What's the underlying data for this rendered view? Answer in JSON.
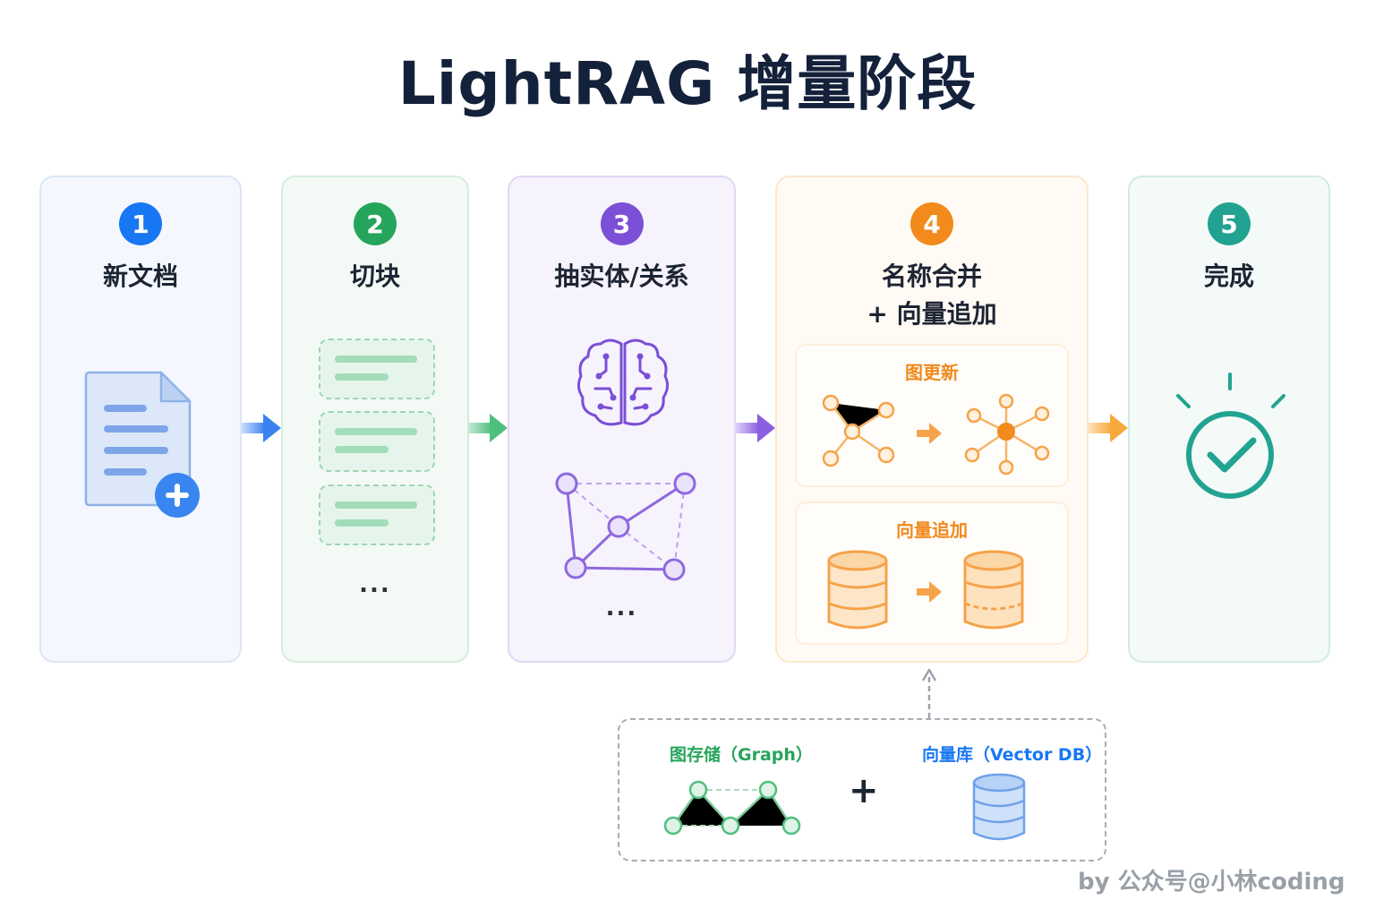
{
  "title": "LightRAG 增量阶段",
  "steps": [
    {
      "number": "1",
      "label": "新文档",
      "color": "#1877f2"
    },
    {
      "number": "2",
      "label": "切块",
      "color": "#25a55b",
      "ellipsis": "..."
    },
    {
      "number": "3",
      "label": "抽实体/关系",
      "color": "#7b4fd6",
      "ellipsis": "..."
    },
    {
      "number": "4",
      "label": "名称合并",
      "sublabel": "+ 向量追加",
      "color": "#f28a1c"
    },
    {
      "number": "5",
      "label": "完成",
      "color": "#22a391"
    }
  ],
  "merge_cards": {
    "graph_update": "图更新",
    "vector_append": "向量追加"
  },
  "storage": {
    "graph_label": "图存储（Graph）",
    "plus": "+",
    "vector_label": "向量库（Vector DB）"
  },
  "credit": "by 公众号@小林coding",
  "colors": {
    "blue": "#1877f2",
    "green": "#25a55b",
    "purple": "#7b4fd6",
    "orange": "#f28a1c",
    "teal": "#22a391"
  }
}
